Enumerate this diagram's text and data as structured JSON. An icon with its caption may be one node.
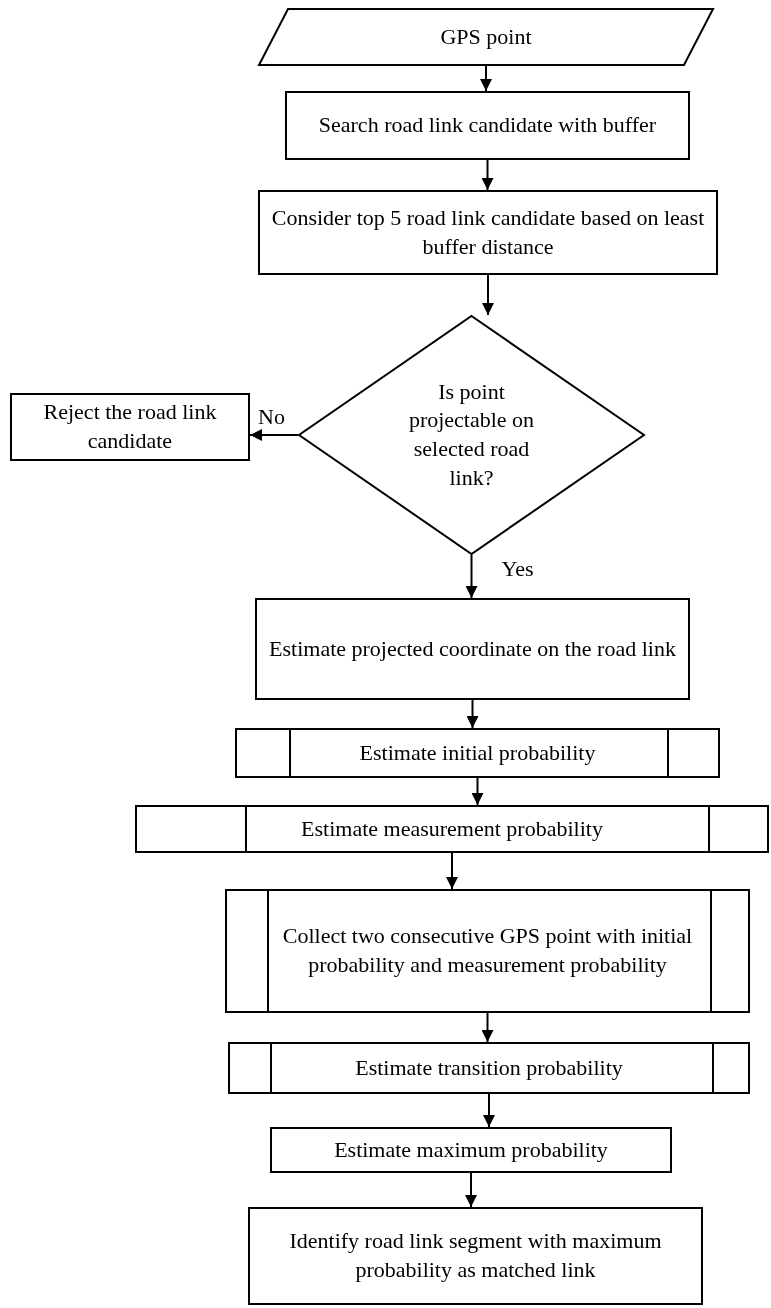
{
  "diagram": {
    "nodes": [
      {
        "text": [
          "GPS point"
        ]
      },
      {
        "text": [
          "Search road link candidate with buffer"
        ]
      },
      {
        "text": [
          "Consider top 5 road link candidate based on least buffer distance"
        ]
      },
      {
        "text": [
          "Is point projectable on selected road link?"
        ]
      },
      {
        "text": [
          "Reject the road link candidate"
        ]
      },
      {
        "text": [
          "Estimate projected coordinate on the road link"
        ]
      },
      {
        "text": [
          "Estimate initial probability"
        ]
      },
      {
        "text": [
          "Estimate measurement probability"
        ]
      },
      {
        "text": [
          "Collect two consecutive GPS point with initial probability and measurement probability"
        ]
      },
      {
        "text": [
          "Estimate transition probability"
        ]
      },
      {
        "text": [
          "Estimate maximum probability"
        ]
      },
      {
        "text": [
          "Identify road link segment with maximum probability as matched link"
        ]
      }
    ],
    "edges": [
      {
        "from": 0,
        "to": 1,
        "arrow": "to"
      },
      {
        "from": 1,
        "to": 2,
        "arrow": "to"
      },
      {
        "from": 2,
        "to": 3,
        "arrow": "to"
      },
      {
        "from": 3,
        "to": 4,
        "arrow": "to",
        "label": "No"
      },
      {
        "from": 3,
        "to": 5,
        "arrow": "to",
        "label": "Yes"
      },
      {
        "from": 5,
        "to": 6,
        "arrow": "to"
      },
      {
        "from": 6,
        "to": 7,
        "arrow": "to"
      },
      {
        "from": 7,
        "to": 8,
        "arrow": "to"
      },
      {
        "from": 8,
        "to": 9,
        "arrow": "to"
      },
      {
        "from": 9,
        "to": 10,
        "arrow": "to"
      },
      {
        "from": 10,
        "to": 11,
        "arrow": "to"
      }
    ]
  }
}
